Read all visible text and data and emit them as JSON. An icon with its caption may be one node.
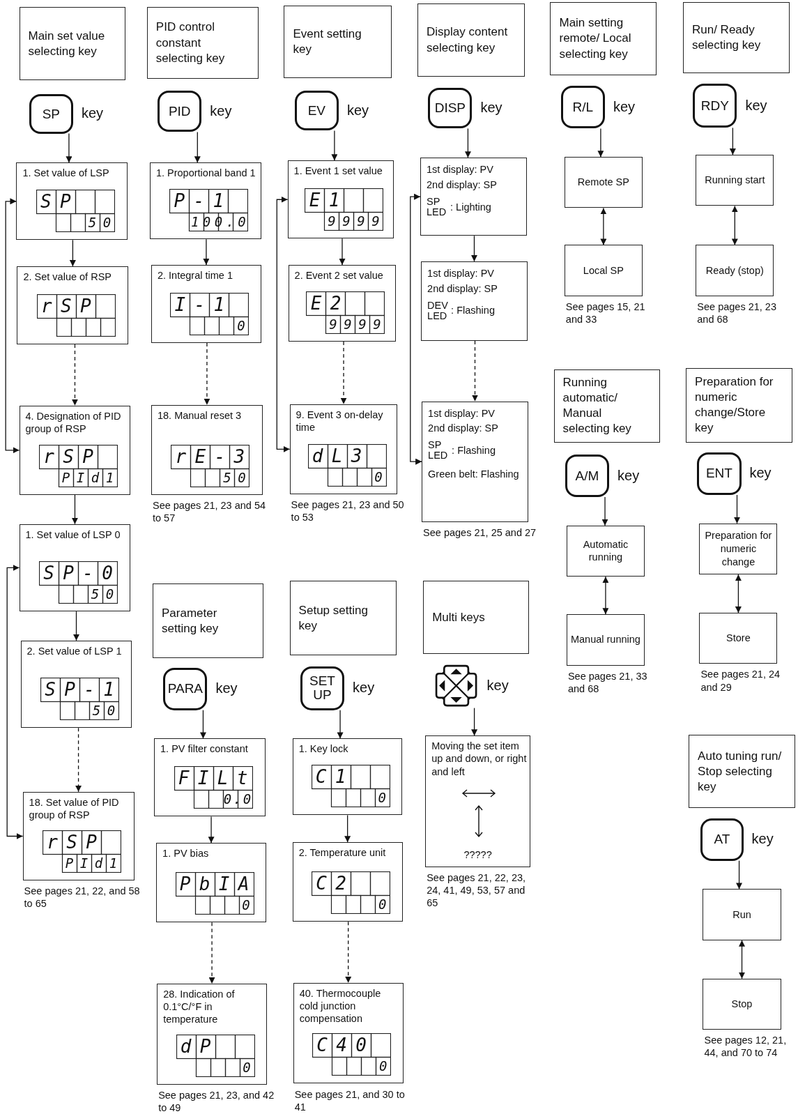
{
  "diagram": {
    "nodes": [
      {
        "text": [
          "Main set value selecting key"
        ]
      },
      {
        "text": [
          "SP"
        ],
        "beside": [
          "key"
        ]
      },
      {
        "text": [
          "1. Set value of LSP",
          "SP",
          "50"
        ]
      },
      {
        "text": [
          "2. Set value of RSP",
          "rSP"
        ]
      },
      {
        "text": [
          "4. Designation of PID group of RSP",
          "rSP",
          "PId1"
        ]
      },
      {
        "text": [
          "1. Set value of LSP 0",
          "SP-0",
          "50"
        ]
      },
      {
        "text": [
          "2. Set value of LSP 1",
          "SP-1",
          "50"
        ]
      },
      {
        "text": [
          "18. Set value of PID group of RSP",
          "rSP",
          "PId1"
        ],
        "beside": [
          "See pages 21, 22, and 58 to 65"
        ]
      },
      {
        "text": [
          "PID control constant selecting key"
        ]
      },
      {
        "text": [
          "PID"
        ],
        "beside": [
          "key"
        ]
      },
      {
        "text": [
          "1. Proportional band 1",
          "P-1",
          "100.0"
        ]
      },
      {
        "text": [
          "2. Integral time 1",
          "I-1",
          "0"
        ]
      },
      {
        "text": [
          "18. Manual reset 3",
          "rE-3",
          "50"
        ],
        "beside": [
          "See pages 21, 23 and 54 to 57"
        ]
      },
      {
        "text": [
          "Event setting key"
        ]
      },
      {
        "text": [
          "EV"
        ],
        "beside": [
          "key"
        ]
      },
      {
        "text": [
          "1. Event 1 set value",
          "E1",
          "9999"
        ]
      },
      {
        "text": [
          "2. Event 2 set value",
          "E2",
          "9999"
        ]
      },
      {
        "text": [
          "9. Event 3 on-delay time",
          "dL3",
          "0"
        ],
        "beside": [
          "See pages 21, 23 and 50 to 53"
        ]
      },
      {
        "text": [
          "Display content selecting key"
        ]
      },
      {
        "text": [
          "DISP"
        ],
        "beside": [
          "key"
        ]
      },
      {
        "text": [
          "1st display: PV",
          "2nd display: SP",
          "SP LED",
          ": Lighting"
        ]
      },
      {
        "text": [
          "1st display: PV",
          "2nd display: SP",
          "DEV LED",
          ": Flashing"
        ]
      },
      {
        "text": [
          "1st display: PV",
          "2nd display: SP",
          "SP LED",
          ": Flashing",
          "Green belt: Flashing"
        ],
        "beside": [
          "See pages 21, 25 and 27"
        ]
      },
      {
        "text": [
          "Main setting remote/ Local selecting key"
        ]
      },
      {
        "text": [
          "R/L"
        ],
        "beside": [
          "key"
        ]
      },
      {
        "text": [
          "Remote SP"
        ]
      },
      {
        "text": [
          "Local SP"
        ],
        "beside": [
          "See pages 15, 21 and 33"
        ]
      },
      {
        "text": [
          "Run/ Ready selecting key"
        ]
      },
      {
        "text": [
          "RDY"
        ],
        "beside": [
          "key"
        ]
      },
      {
        "text": [
          "Running start"
        ]
      },
      {
        "text": [
          "Ready (stop)"
        ],
        "beside": [
          "See pages 21, 23 and 68"
        ]
      },
      {
        "text": [
          "Running automatic/ Manual selecting key"
        ]
      },
      {
        "text": [
          "A/M"
        ],
        "beside": [
          "key"
        ]
      },
      {
        "text": [
          "Automatic running"
        ]
      },
      {
        "text": [
          "Manual running"
        ],
        "beside": [
          "See pages 21, 33 and 68"
        ]
      },
      {
        "text": [
          "Preparation for numeric change/Store key"
        ]
      },
      {
        "text": [
          "ENT"
        ],
        "beside": [
          "key"
        ]
      },
      {
        "text": [
          "Preparation for numeric change"
        ]
      },
      {
        "text": [
          "Store"
        ],
        "beside": [
          "See pages 21, 24 and 29"
        ]
      },
      {
        "text": [
          "Parameter setting key"
        ]
      },
      {
        "text": [
          "PARA"
        ],
        "beside": [
          "key"
        ]
      },
      {
        "text": [
          "1. PV filter constant",
          "FILt",
          "0.0"
        ]
      },
      {
        "text": [
          "1. PV bias",
          "PbIA",
          "0"
        ]
      },
      {
        "text": [
          "28. Indication of 0.1°C/°F in temperature",
          "dP",
          "0"
        ],
        "beside": [
          "See pages 21, 23, and 42 to 49"
        ]
      },
      {
        "text": [
          "Setup setting key"
        ]
      },
      {
        "text": [
          "SET UP"
        ],
        "beside": [
          "key"
        ]
      },
      {
        "text": [
          "1. Key lock",
          "C1",
          "0"
        ]
      },
      {
        "text": [
          "2. Temperature unit",
          "C2",
          "0"
        ]
      },
      {
        "text": [
          "40. Thermocouple cold junction compensation",
          "C40",
          "0"
        ],
        "beside": [
          "See pages 21, and 30 to 41"
        ]
      },
      {
        "text": [
          "Multi keys"
        ]
      },
      {
        "text": [],
        "shape": "cross",
        "beside": [
          "key"
        ]
      },
      {
        "text": [
          "Moving the set item up and down, or right and left",
          "?????"
        ],
        "beside": [
          "See pages 21, 22, 23, 24, 41, 49, 53, 57 and 65"
        ]
      },
      {
        "text": [
          "Auto tuning run/ Stop selecting key"
        ]
      },
      {
        "text": [
          "AT"
        ],
        "beside": [
          "key"
        ]
      },
      {
        "text": [
          "Run"
        ]
      },
      {
        "text": [
          "Stop"
        ],
        "beside": [
          "See pages 12, 21, 44, and 70 to 74"
        ]
      }
    ],
    "edges": [
      {
        "from": 1,
        "to": 2,
        "arrow": "to"
      },
      {
        "from": 2,
        "to": 3,
        "arrow": "to"
      },
      {
        "from": 3,
        "to": 4,
        "arrow": "to",
        "style": "dashed"
      },
      {
        "from": 4,
        "to": 5,
        "arrow": "to"
      },
      {
        "from": 5,
        "to": 6,
        "arrow": "to"
      },
      {
        "from": 6,
        "to": 7,
        "arrow": "to",
        "style": "dashed"
      },
      {
        "from": 2,
        "to": 4,
        "arrow": "both"
      },
      {
        "from": 5,
        "to": 7,
        "arrow": "both"
      },
      {
        "from": 9,
        "to": 10,
        "arrow": "to"
      },
      {
        "from": 10,
        "to": 11,
        "arrow": "to"
      },
      {
        "from": 11,
        "to": 12,
        "arrow": "to",
        "style": "dashed"
      },
      {
        "from": 14,
        "to": 15,
        "arrow": "to"
      },
      {
        "from": 15,
        "to": 16,
        "arrow": "to"
      },
      {
        "from": 16,
        "to": 17,
        "arrow": "to",
        "style": "dashed"
      },
      {
        "from": 15,
        "to": 17,
        "arrow": "both"
      },
      {
        "from": 19,
        "to": 20,
        "arrow": "to"
      },
      {
        "from": 20,
        "to": 21,
        "arrow": "to"
      },
      {
        "from": 21,
        "to": 22,
        "arrow": "to",
        "style": "dashed"
      },
      {
        "from": 20,
        "to": 22,
        "arrow": "both"
      },
      {
        "from": 24,
        "to": 25,
        "arrow": "to"
      },
      {
        "from": 25,
        "to": 26,
        "arrow": "both"
      },
      {
        "from": 28,
        "to": 29,
        "arrow": "to"
      },
      {
        "from": 29,
        "to": 30,
        "arrow": "both"
      },
      {
        "from": 32,
        "to": 33,
        "arrow": "to"
      },
      {
        "from": 33,
        "to": 34,
        "arrow": "both"
      },
      {
        "from": 36,
        "to": 37,
        "arrow": "to"
      },
      {
        "from": 37,
        "to": 38,
        "arrow": "both"
      },
      {
        "from": 40,
        "to": 41,
        "arrow": "to"
      },
      {
        "from": 41,
        "to": 42,
        "arrow": "to"
      },
      {
        "from": 42,
        "to": 43,
        "arrow": "to",
        "style": "dashed"
      },
      {
        "from": 45,
        "to": 46,
        "arrow": "to"
      },
      {
        "from": 46,
        "to": 47,
        "arrow": "to"
      },
      {
        "from": 47,
        "to": 48,
        "arrow": "to",
        "style": "dashed"
      },
      {
        "from": 50,
        "to": 51,
        "arrow": "to"
      },
      {
        "from": 53,
        "to": 54,
        "arrow": "to"
      },
      {
        "from": 54,
        "to": 55,
        "arrow": "both"
      }
    ]
  }
}
